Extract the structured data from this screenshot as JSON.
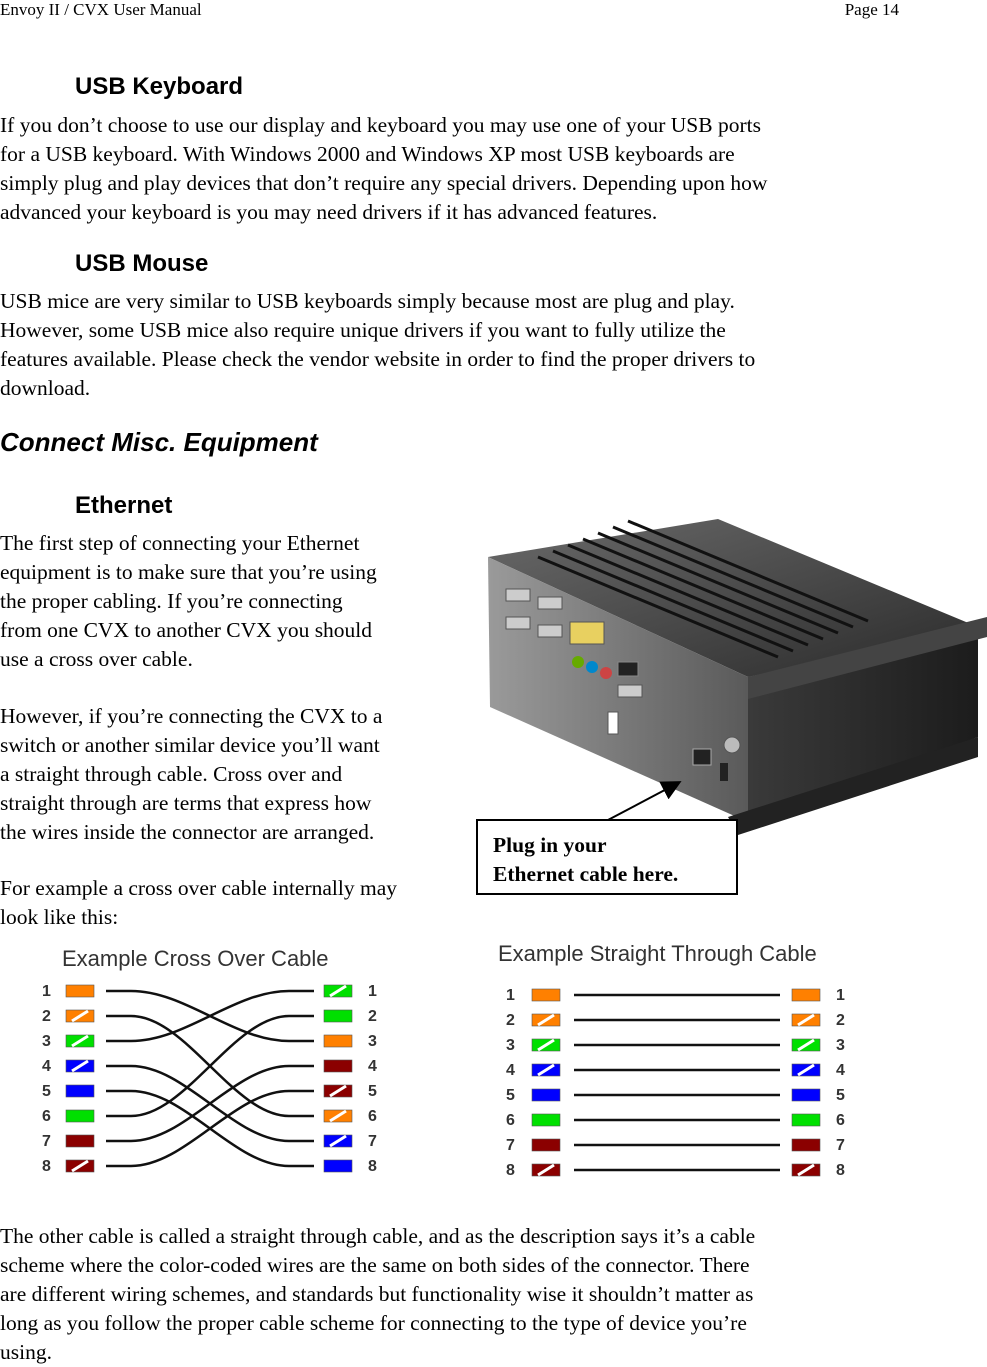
{
  "header": {
    "title": "Envoy II / CVX User Manual",
    "page": "Page 14"
  },
  "sections": {
    "usb_keyboard": {
      "heading": "USB Keyboard",
      "lines": [
        "If you don’t choose to use our display and keyboard you may use one of your USB ports",
        "for a USB keyboard.  With Windows 2000 and Windows XP most USB keyboards are",
        "simply plug and play devices that don’t require any special drivers.  Depending upon how",
        "advanced your keyboard is you may need drivers if it has advanced features."
      ]
    },
    "usb_mouse": {
      "heading": "USB Mouse",
      "lines": [
        "USB mice are very similar to USB keyboards simply because most are plug and play.",
        "However, some USB mice also require unique drivers if you want to fully utilize the",
        "features available.  Please check the vendor website in order to find the proper drivers to",
        "download."
      ]
    },
    "connect_misc": {
      "heading": "Connect Misc. Equipment"
    },
    "ethernet": {
      "heading": "Ethernet",
      "p1_lines": [
        "The first step of connecting your Ethernet",
        "equipment is to make sure that you’re using",
        "the proper cabling.  If you’re connecting",
        "from one CVX to another CVX you should",
        "use a cross over cable."
      ],
      "p2_lines": [
        "However, if you’re connecting the CVX to a",
        "switch or another similar device you’ll want",
        "a straight through cable.  Cross over and",
        "straight through are terms that express how",
        "the wires inside the connector are arranged."
      ],
      "p3_lines": [
        "For example a cross over cable internally may",
        "look like this:"
      ],
      "callout_lines": [
        "Plug in your",
        "Ethernet cable here."
      ]
    },
    "closing": {
      "lines": [
        "The other cable is called a straight through cable, and as the description says it’s a cable",
        "scheme where the color-coded wires are the same on both sides of the connector.  There",
        "are different wiring schemes, and standards but functionality wise it shouldn’t matter as",
        "long as you follow the proper cable scheme for connecting to the type of device you’re",
        "using."
      ]
    }
  },
  "diagrams": {
    "cross_over": {
      "title": "Example Cross Over Cable",
      "pins": [
        "1",
        "2",
        "3",
        "4",
        "5",
        "6",
        "7",
        "8"
      ],
      "left_wires": [
        "solid-orange",
        "striped-orange",
        "striped-green",
        "striped-blue",
        "solid-blue",
        "solid-green",
        "solid-brown",
        "striped-brown"
      ],
      "right_wires": [
        "striped-green",
        "solid-green",
        "solid-orange",
        "solid-brown",
        "striped-brown",
        "striped-orange",
        "striped-blue",
        "solid-blue"
      ],
      "mapping": [
        3,
        6,
        1,
        7,
        8,
        2,
        4,
        5
      ]
    },
    "straight_through": {
      "title": "Example Straight Through Cable",
      "pins": [
        "1",
        "2",
        "3",
        "4",
        "5",
        "6",
        "7",
        "8"
      ],
      "left_wires": [
        "solid-orange",
        "striped-orange",
        "striped-green",
        "striped-blue",
        "solid-blue",
        "solid-green",
        "solid-brown",
        "striped-brown"
      ],
      "right_wires": [
        "solid-orange",
        "striped-orange",
        "striped-green",
        "striped-blue",
        "solid-blue",
        "solid-green",
        "solid-brown",
        "striped-brown"
      ],
      "mapping": [
        1,
        2,
        3,
        4,
        5,
        6,
        7,
        8
      ]
    }
  },
  "wire_colors": {
    "orange": "#ff8000",
    "green": "#00e000",
    "blue": "#0000ff",
    "brown": "#8b0000"
  },
  "photo": {
    "description_icon": "cvx-chassis-photo"
  }
}
